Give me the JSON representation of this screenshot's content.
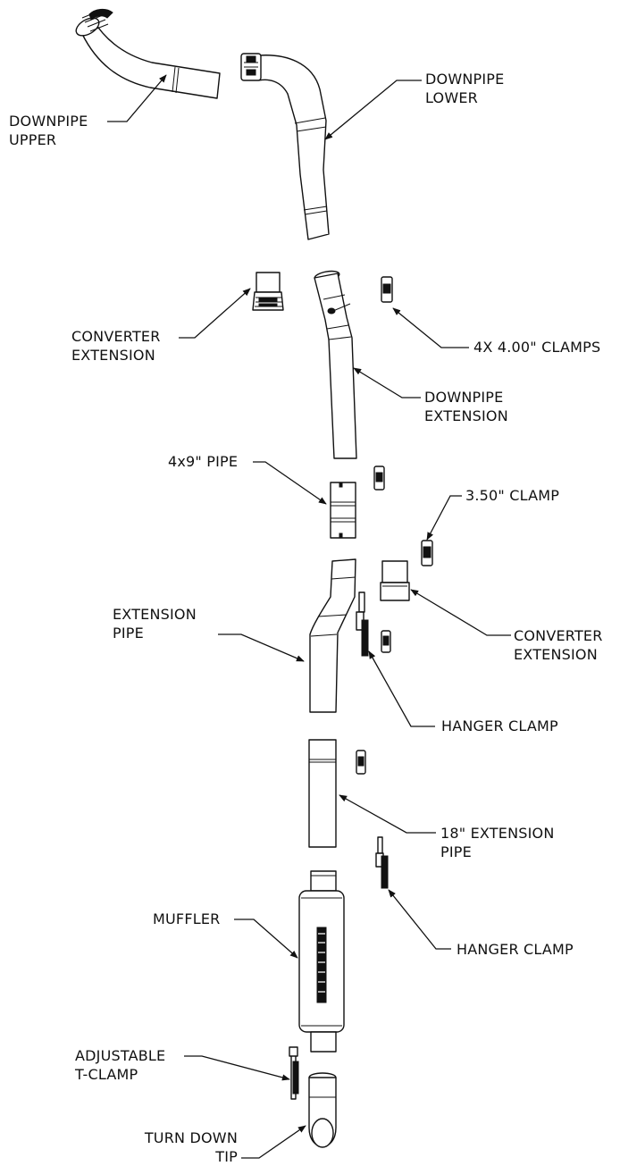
{
  "labels": {
    "downpipe_upper": [
      "DOWNPIPE",
      "UPPER"
    ],
    "downpipe_lower": [
      "DOWNPIPE",
      "LOWER"
    ],
    "converter_extension_left": [
      "CONVERTER",
      "EXTENSION"
    ],
    "clamps_4in": [
      "4X 4.00\" CLAMPS"
    ],
    "downpipe_extension": [
      "DOWNPIPE",
      "EXTENSION"
    ],
    "pipe_4x9": [
      "4x9\" PIPE"
    ],
    "clamp_350": [
      "3.50\" CLAMP"
    ],
    "extension_pipe": [
      "EXTENSION",
      "PIPE"
    ],
    "converter_extension_right": [
      "CONVERTER",
      "EXTENSION"
    ],
    "hanger_clamp_upper": [
      "HANGER CLAMP"
    ],
    "extension_18in": [
      "18\" EXTENSION",
      "PIPE"
    ],
    "muffler": [
      "MUFFLER"
    ],
    "hanger_clamp_lower": [
      "HANGER CLAMP"
    ],
    "t_clamp": [
      "ADJUSTABLE",
      "T-CLAMP"
    ],
    "turn_down_tip": [
      "TURN DOWN",
      "TIP"
    ]
  },
  "colors": {
    "line": "#111111",
    "background": "#ffffff"
  }
}
